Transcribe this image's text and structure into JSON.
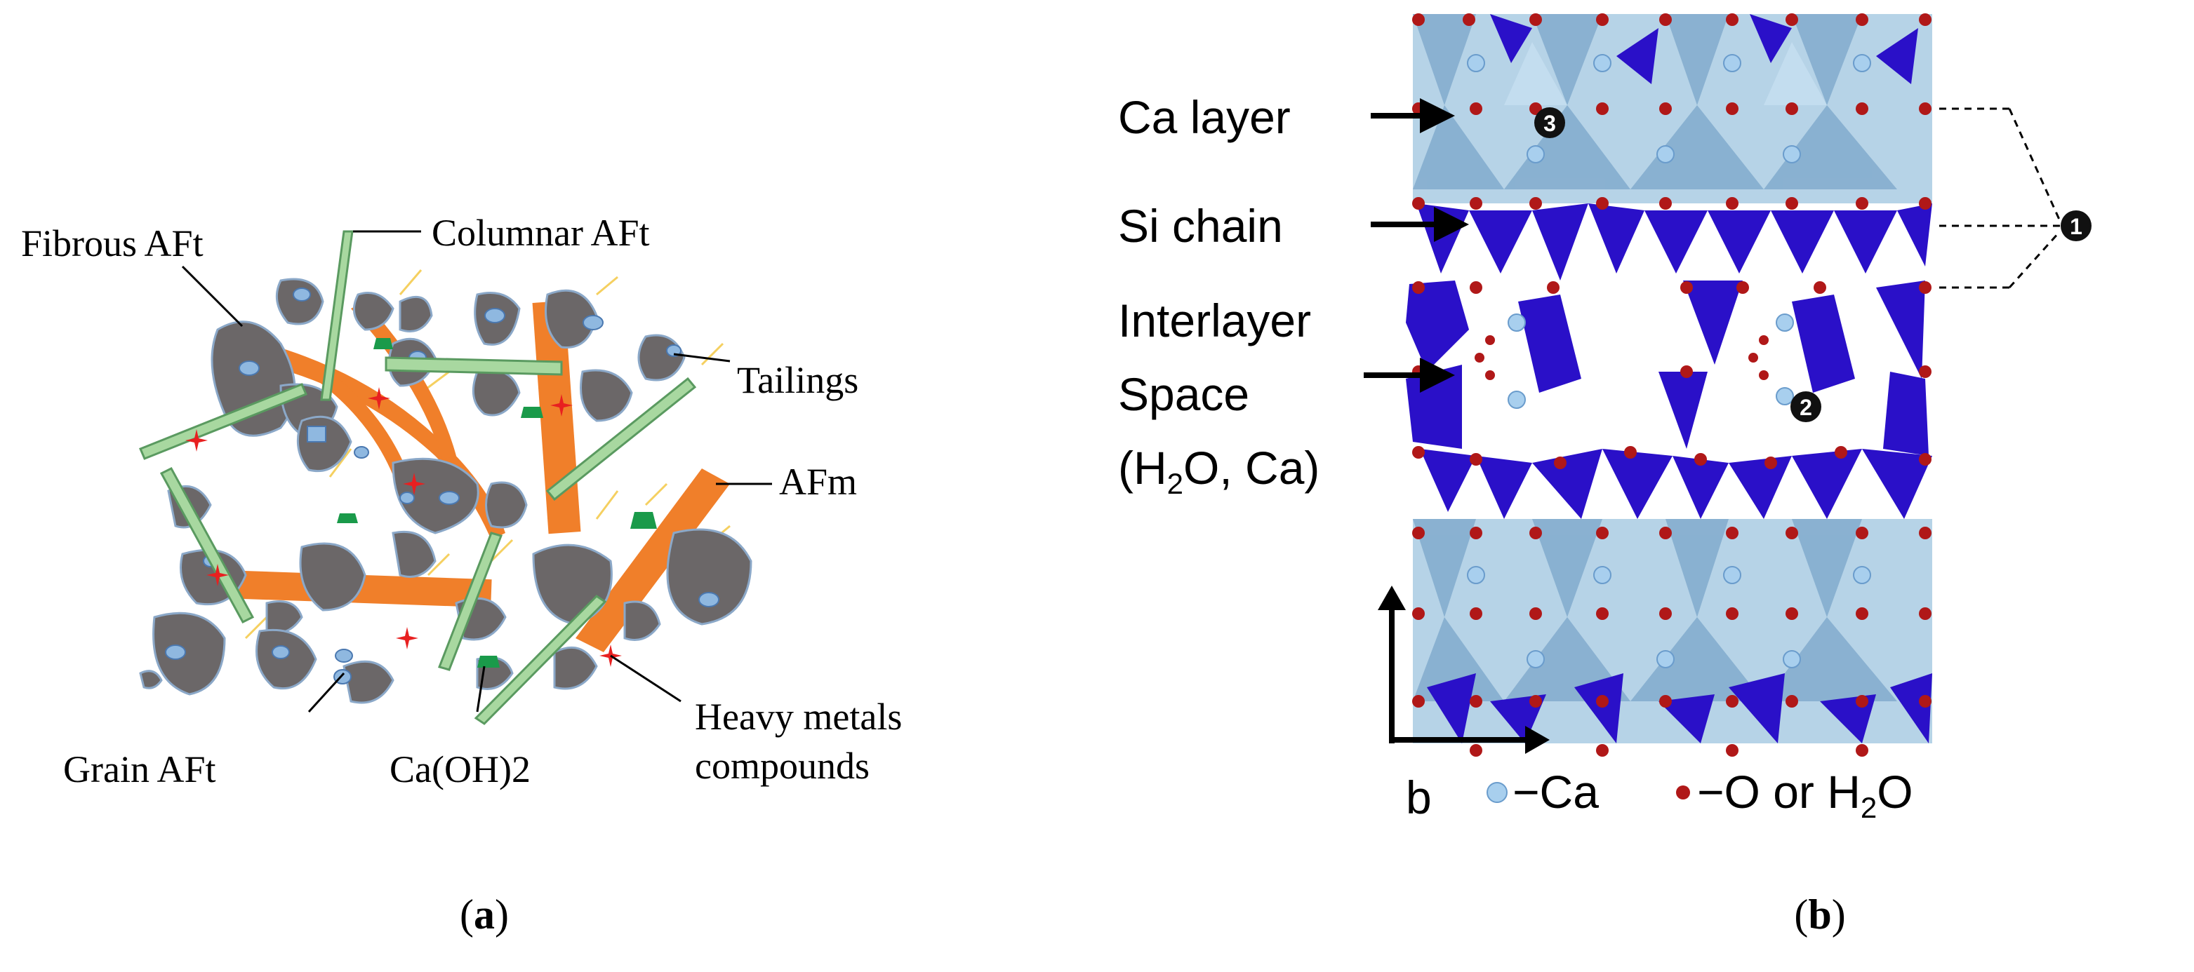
{
  "panel_a": {
    "labels": {
      "fibrous_aft": "Fibrous AFt",
      "columnar_aft": "Columnar AFt",
      "tailings": "Tailings",
      "afm": "AFm",
      "grain_aft": "Grain AFt",
      "caoh2": "Ca(OH)2",
      "heavy_metals_line1": "Heavy metals",
      "heavy_metals_line2": "compounds"
    },
    "caption_open": "(",
    "caption_letter": "a",
    "caption_close": ")"
  },
  "panel_b": {
    "labels": {
      "ca_layer": "Ca layer",
      "si_chain": "Si chain",
      "interlayer_line1": "Interlayer",
      "interlayer_line2": "Space",
      "interlayer_line3_pre": "(H",
      "interlayer_line3_sub": "2",
      "interlayer_line3_post": "O, Ca)",
      "marker_1": "1",
      "marker_2": "2",
      "marker_3": "3",
      "axis_b": "b",
      "legend_ca": "−Ca",
      "legend_o_pre": "−O or H",
      "legend_o_sub": "2",
      "legend_o_post": "O"
    },
    "caption_open": "(",
    "caption_letter": "b",
    "caption_close": ")"
  },
  "colors": {
    "tailings": "#6b6768",
    "fibrous": "#f07f2a",
    "columnar": "#a8d8a0",
    "grain": "#8fb8e0",
    "caoh2": "#1a9a4a",
    "heavy_metal": "#e82020",
    "octahedra": "#8fb8d8",
    "tetrahedra": "#2a10c8",
    "oxygen": "#b01818",
    "calcium": "#a8cfee"
  }
}
